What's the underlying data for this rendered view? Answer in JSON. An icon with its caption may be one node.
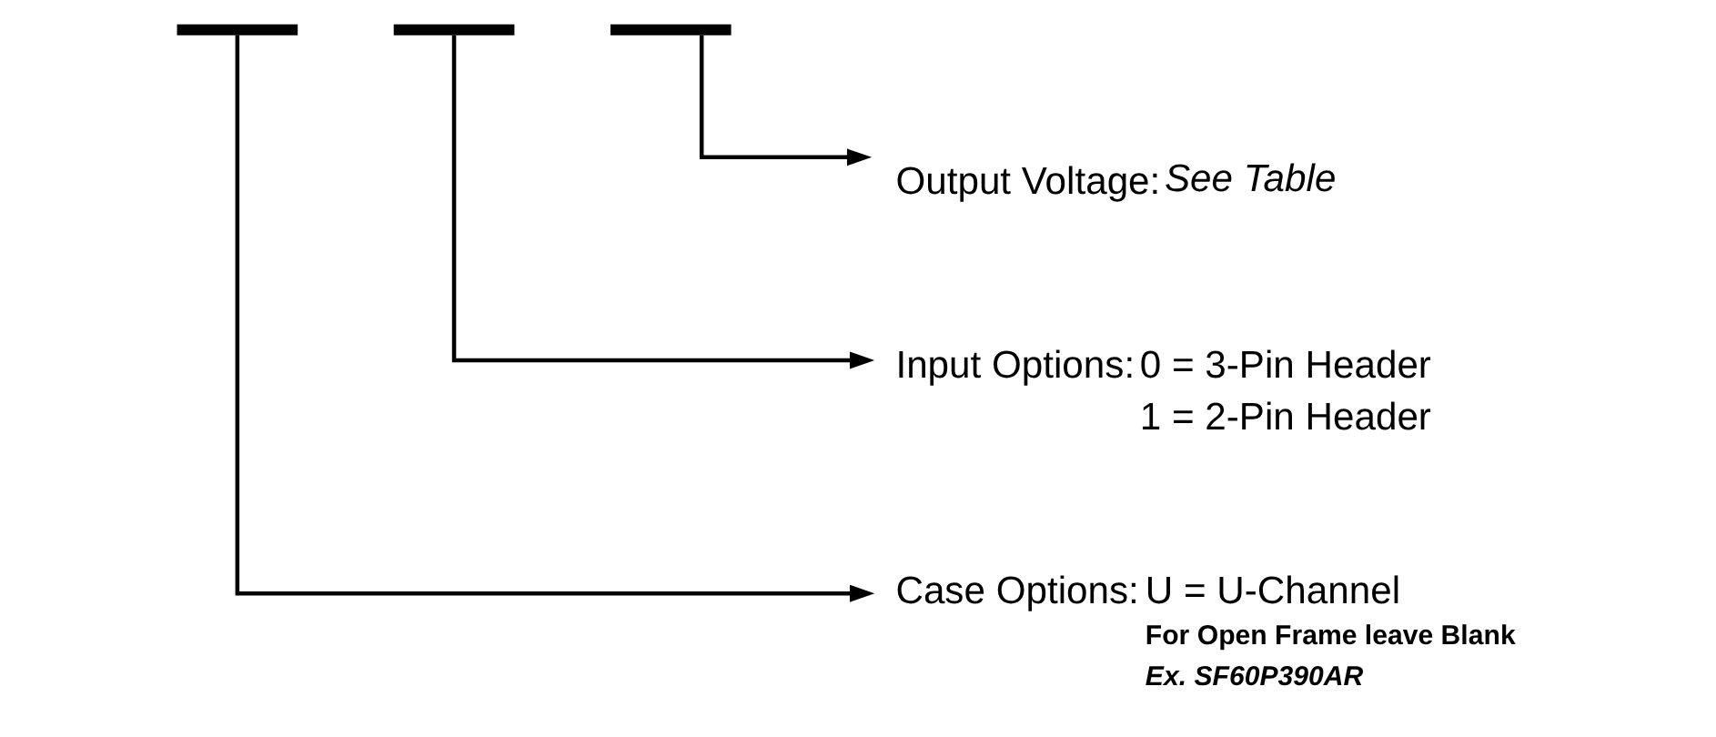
{
  "diagram": {
    "nodes": [
      {
        "text": [],
        "shape": "bar"
      },
      {
        "text": [],
        "shape": "bar"
      },
      {
        "text": [],
        "shape": "bar"
      },
      {
        "text": [
          "Output Voltage:",
          "See Table"
        ]
      },
      {
        "text": [
          "Input Options:",
          "0 = 3-Pin Header",
          "1 = 2-Pin Header"
        ]
      },
      {
        "text": [
          "Case Options:",
          "U = U-Channel",
          "For Open Frame leave Blank",
          "Ex. SF60P390AR"
        ]
      }
    ],
    "edges": [
      {
        "from": 2,
        "to": 3,
        "arrow": "to"
      },
      {
        "from": 1,
        "to": 4,
        "arrow": "to"
      },
      {
        "from": 0,
        "to": 5,
        "arrow": "to"
      }
    ]
  }
}
